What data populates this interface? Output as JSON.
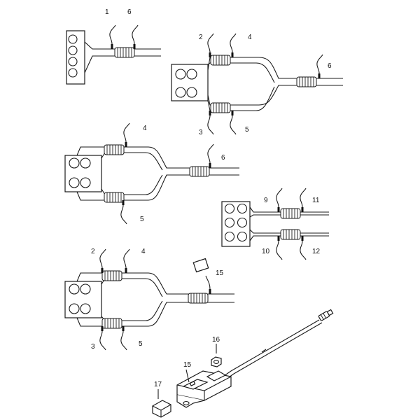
{
  "callouts": {
    "c1": "1",
    "c2": "2",
    "c3": "3",
    "c4": "4",
    "c5": "5",
    "c6": "6",
    "c9": "9",
    "c10": "10",
    "c11": "11",
    "c12": "12",
    "c15": "15",
    "c16": "16",
    "c17": "17"
  }
}
